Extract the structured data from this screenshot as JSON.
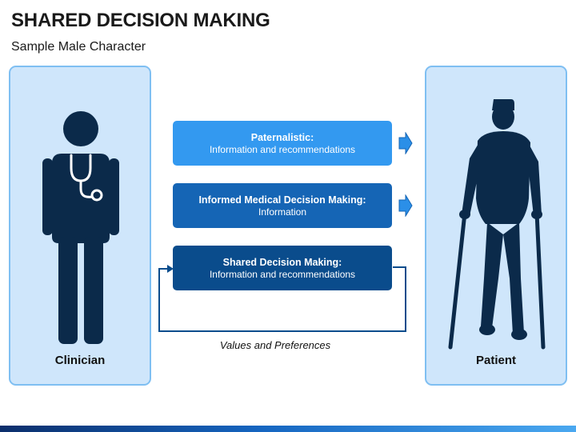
{
  "header": {
    "title": "SHARED DECISION MAKING",
    "subtitle": "Sample Male Character"
  },
  "left_panel": {
    "label": "Clinician",
    "icon": "doctor-icon"
  },
  "right_panel": {
    "label": "Patient",
    "icon": "patient-with-crutches-icon"
  },
  "boxes": [
    {
      "title": "Paternalistic:",
      "subtitle": "Information and recommendations"
    },
    {
      "title": "Informed Medical Decision Making:",
      "subtitle": "Information"
    },
    {
      "title": "Shared Decision Making:",
      "subtitle": "Information and recommendations"
    }
  ],
  "loop_label": "Values and Preferences",
  "colors": {
    "panel_fill": "#cfe6fb",
    "panel_border": "#7fbff2",
    "box1": "#3399f0",
    "box2": "#1565b5",
    "box3": "#0a4c8c",
    "figure": "#0b2a4a"
  }
}
